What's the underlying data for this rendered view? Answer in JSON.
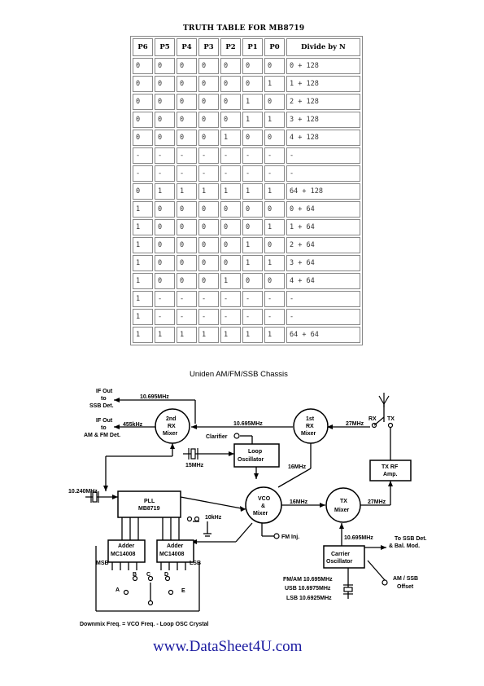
{
  "truth_table": {
    "title": "TRUTH TABLE FOR MB8719",
    "headers": [
      "P6",
      "P5",
      "P4",
      "P3",
      "P2",
      "P1",
      "P0",
      "Divide by N"
    ],
    "rows": [
      [
        "0",
        "0",
        "0",
        "0",
        "0",
        "0",
        "0",
        "0 + 128"
      ],
      [
        "0",
        "0",
        "0",
        "0",
        "0",
        "0",
        "1",
        "1 + 128"
      ],
      [
        "0",
        "0",
        "0",
        "0",
        "0",
        "1",
        "0",
        "2 + 128"
      ],
      [
        "0",
        "0",
        "0",
        "0",
        "0",
        "1",
        "1",
        "3 + 128"
      ],
      [
        "0",
        "0",
        "0",
        "0",
        "1",
        "0",
        "0",
        "4 + 128"
      ],
      [
        "-",
        "-",
        "-",
        "-",
        "-",
        "-",
        "-",
        "-"
      ],
      [
        "-",
        "-",
        "-",
        "-",
        "-",
        "-",
        "-",
        "-"
      ],
      [
        "0",
        "1",
        "1",
        "1",
        "1",
        "1",
        "1",
        "64 + 128"
      ],
      [
        "1",
        "0",
        "0",
        "0",
        "0",
        "0",
        "0",
        "0 + 64"
      ],
      [
        "1",
        "0",
        "0",
        "0",
        "0",
        "0",
        "1",
        "1 + 64"
      ],
      [
        "1",
        "0",
        "0",
        "0",
        "0",
        "1",
        "0",
        "2 + 64"
      ],
      [
        "1",
        "0",
        "0",
        "0",
        "0",
        "1",
        "1",
        "3 + 64"
      ],
      [
        "1",
        "0",
        "0",
        "0",
        "1",
        "0",
        "0",
        "4 + 64"
      ],
      [
        "1",
        "-",
        "-",
        "-",
        "-",
        "-",
        "-",
        "-"
      ],
      [
        "1",
        "-",
        "-",
        "-",
        "-",
        "-",
        "-",
        "-"
      ],
      [
        "1",
        "1",
        "1",
        "1",
        "1",
        "1",
        "1",
        "64 + 64"
      ]
    ]
  },
  "diagram": {
    "title": "Uniden AM/FM/SSB Chassis",
    "labels": {
      "if_out_ssb": [
        "IF Out",
        "to",
        "SSB Det."
      ],
      "if_out_am": [
        "IF Out",
        "to",
        "AM & FM Det."
      ],
      "f455": "455kHz",
      "f10695_top": "10.695MHz",
      "f10695_mid": "10.695MHz",
      "mixer2": [
        "2nd",
        "RX",
        "Mixer"
      ],
      "mixer1": [
        "1st",
        "RX",
        "Mixer"
      ],
      "f27_rx": "27MHz",
      "rx": "RX",
      "tx": "TX",
      "clarifier": "Clarifier",
      "loop_osc": [
        "Loop",
        "Oscillator"
      ],
      "f15": "15MHz",
      "f16_a": "16MHz",
      "f16_b": "16MHz",
      "f10240": "10.240MHz",
      "pll": [
        "PLL",
        "MB8719"
      ],
      "f10k": "10kHz",
      "vco": [
        "VCO",
        "&",
        "Mixer"
      ],
      "txmixer": [
        "TX",
        "Mixer"
      ],
      "f27_tx": "27MHz",
      "txrf": [
        "TX RF",
        "Amp."
      ],
      "fm_inj": "FM Inj.",
      "f10695_bot": "10.695MHz",
      "to_ssb": [
        "To SSB Det.",
        "& Bal. Mod."
      ],
      "adder1": [
        "Adder",
        "MC14008"
      ],
      "adder2": [
        "Adder",
        "MC14008"
      ],
      "msb": "MSB",
      "lsb": "LSB",
      "carrier": [
        "Carrier",
        "Oscillator"
      ],
      "crystals": [
        "FM/AM 10.695MHz",
        "USB 10.6975MHz",
        "LSB 10.6925MHz"
      ],
      "amssb": [
        "AM / SSB",
        "Offset"
      ],
      "sw_a": "A",
      "sw_b": "B",
      "sw_c": "C",
      "sw_d": "D",
      "sw_e": "E",
      "downmix": "Downmix Freq. = VCO Freq. - Loop OSC Crystal"
    }
  },
  "footer": {
    "link": "www.DataSheet4U.com"
  }
}
